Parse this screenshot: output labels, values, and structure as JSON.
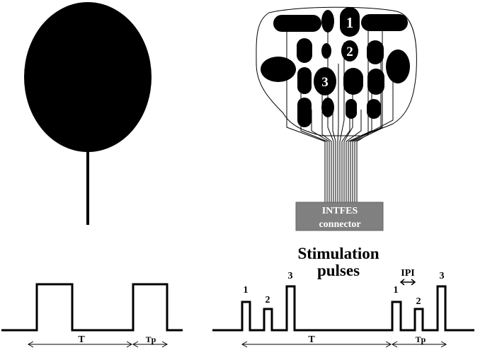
{
  "connector": {
    "line1": "INTFES",
    "line2": "connector"
  },
  "electrode_labels": {
    "e1": "1",
    "e2": "2",
    "e3": "3"
  },
  "stimulation_title": {
    "line1": "Stimulation",
    "line2": "pulses"
  },
  "left_waveform": {
    "period_label": "T",
    "pulse_label": "Tp"
  },
  "right_waveform": {
    "pulse_labels": [
      "1",
      "2",
      "3",
      "1",
      "2",
      "3"
    ],
    "period_label": "T",
    "pulse_label": "Tp",
    "ipi_label": "IPI"
  },
  "colors": {
    "ink": "#000000",
    "connector_fill": "#808080",
    "connector_text": "#ffffff"
  }
}
